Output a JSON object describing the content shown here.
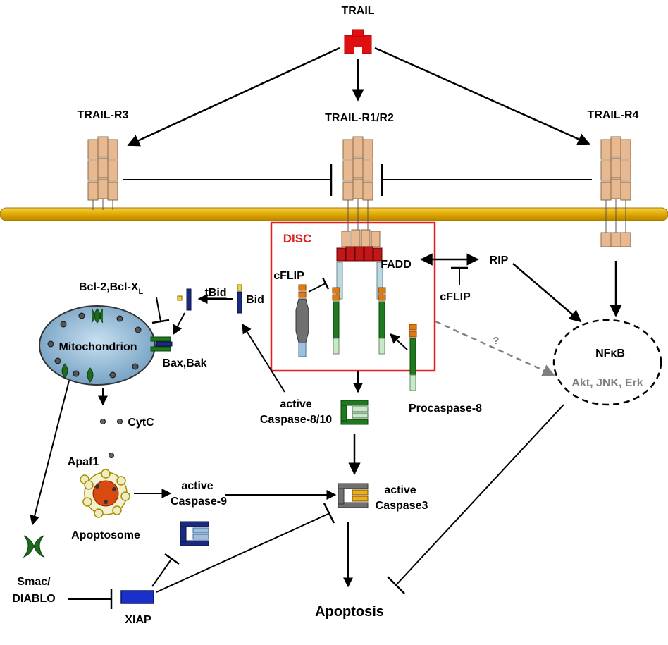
{
  "labels": {
    "trail": "TRAIL",
    "trail_r3": "TRAIL-R3",
    "trail_r1r2": "TRAIL-R1/R2",
    "trail_r4": "TRAIL-R4",
    "disc": "DISC",
    "fadd": "FADD",
    "rip": "RIP",
    "cflip_left": "cFLIP",
    "cflip_right": "cFLIP",
    "bcl2": "Bcl-2,Bcl-X",
    "bcl2_sub": "L",
    "tbid": "tBid",
    "bid": "Bid",
    "mitochondrion": "Mitochondrion",
    "bax_bak": "Bax,Bak",
    "cytc": "CytC",
    "apaf1": "Apaf1",
    "apoptosome": "Apoptosome",
    "active_c9_1": "active",
    "active_c9_2": "Caspase-9",
    "active_c810_1": "active",
    "active_c810_2": "Caspase-8/10",
    "procaspase8": "Procaspase-8",
    "active_c3_1": "active",
    "active_c3_2": "Caspase3",
    "question": "?",
    "nfkb": "NFκB",
    "akt": "Akt, JNK, Erk",
    "smac1": "Smac/",
    "smac2": "DIABLO",
    "xiap": "XIAP",
    "apoptosis": "Apoptosis"
  },
  "colors": {
    "membrane": "#e8b400",
    "receptor": "#e8b890",
    "trail": "#e01010",
    "fadd": "#c01818",
    "disc_box": "#e02020",
    "caspase_green": "#1e7a1e",
    "caspase_orange": "#e07a10",
    "caspase_navy": "#1a2a80",
    "mito_fill": "#9cc4e0",
    "xiap": "#1a30c8",
    "apoptosome": "#d84a10"
  }
}
